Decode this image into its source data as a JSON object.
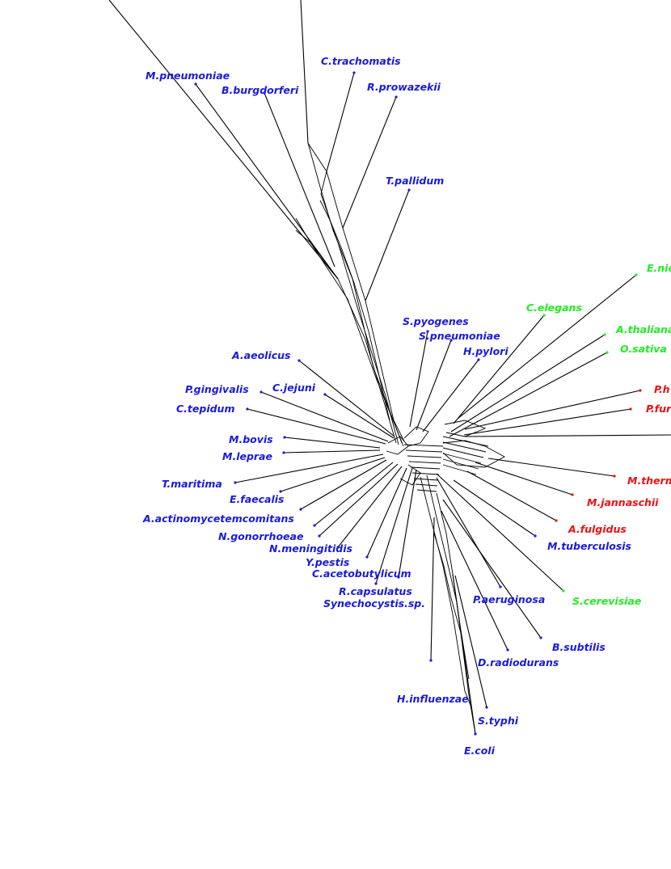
{
  "colors": {
    "bacteria": "#1a1adc",
    "eukaryota": "#22ee22",
    "archaea": "#ee1111",
    "edges": "#000000"
  },
  "taxa": [
    {
      "label": "M.pneumoniae",
      "group": "bacteria"
    },
    {
      "label": "B.burgdorferi",
      "group": "bacteria"
    },
    {
      "label": "C.trachomatis",
      "group": "bacteria"
    },
    {
      "label": "R.prowazekii",
      "group": "bacteria"
    },
    {
      "label": "T.pallidum",
      "group": "bacteria"
    },
    {
      "label": "E.nic",
      "group": "eukaryota"
    },
    {
      "label": "C.elegans",
      "group": "eukaryota"
    },
    {
      "label": "A.thaliana",
      "group": "eukaryota"
    },
    {
      "label": "O.sativa",
      "group": "eukaryota"
    },
    {
      "label": "S.pyogenes",
      "group": "bacteria"
    },
    {
      "label": "S.pneumoniae",
      "group": "bacteria"
    },
    {
      "label": "H.pylori",
      "group": "bacteria"
    },
    {
      "label": "A.aeolicus",
      "group": "bacteria"
    },
    {
      "label": "P.gingivalis",
      "group": "bacteria"
    },
    {
      "label": "C.jejuni",
      "group": "bacteria"
    },
    {
      "label": "C.tepidum",
      "group": "bacteria"
    },
    {
      "label": "P.h",
      "group": "archaea"
    },
    {
      "label": "P.fur",
      "group": "archaea"
    },
    {
      "label": "M.bovis",
      "group": "bacteria"
    },
    {
      "label": "M.leprae",
      "group": "bacteria"
    },
    {
      "label": "T.maritima",
      "group": "bacteria"
    },
    {
      "label": "M.therm",
      "group": "archaea"
    },
    {
      "label": "E.faecalis",
      "group": "bacteria"
    },
    {
      "label": "M.jannaschii",
      "group": "archaea"
    },
    {
      "label": "A.actinomycetemcomitans",
      "group": "bacteria"
    },
    {
      "label": "A.fulgidus",
      "group": "archaea"
    },
    {
      "label": "N.gonorrhoeae",
      "group": "bacteria"
    },
    {
      "label": "M.tuberculosis",
      "group": "bacteria"
    },
    {
      "label": "N.meningitidis",
      "group": "bacteria"
    },
    {
      "label": "Y.pestis",
      "group": "bacteria"
    },
    {
      "label": "C.acetobutylicum",
      "group": "bacteria"
    },
    {
      "label": "R.capsulatus",
      "group": "bacteria"
    },
    {
      "label": "Synechocystis.sp.",
      "group": "bacteria"
    },
    {
      "label": "P.aeruginosa",
      "group": "bacteria"
    },
    {
      "label": "S.cerevisiae",
      "group": "eukaryota"
    },
    {
      "label": "B.subtilis",
      "group": "bacteria"
    },
    {
      "label": "D.radiodurans",
      "group": "bacteria"
    },
    {
      "label": "H.influenzae",
      "group": "bacteria"
    },
    {
      "label": "S.typhi",
      "group": "bacteria"
    },
    {
      "label": "E.coli",
      "group": "bacteria"
    }
  ]
}
